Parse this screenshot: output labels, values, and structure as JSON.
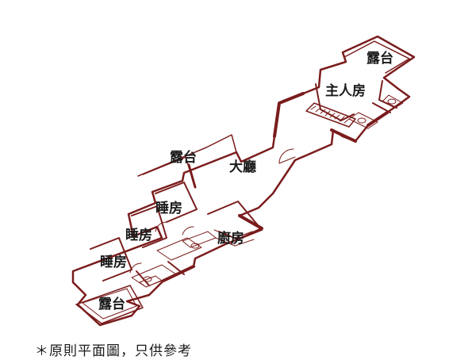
{
  "colors": {
    "wall": "#7a1c1c",
    "floor": "#ffffff",
    "text": "#1a1a1a"
  },
  "rooms": {
    "balcony_top": "露台",
    "master_bedroom": "主人房",
    "balcony_middle": "露台",
    "living_room": "大廳",
    "bedroom_1": "睡房",
    "bedroom_2": "睡房",
    "kitchen": "廚房",
    "bedroom_3": "睡房",
    "balcony_bottom": "露台"
  },
  "note": "＊原則平面圖，只供參考"
}
